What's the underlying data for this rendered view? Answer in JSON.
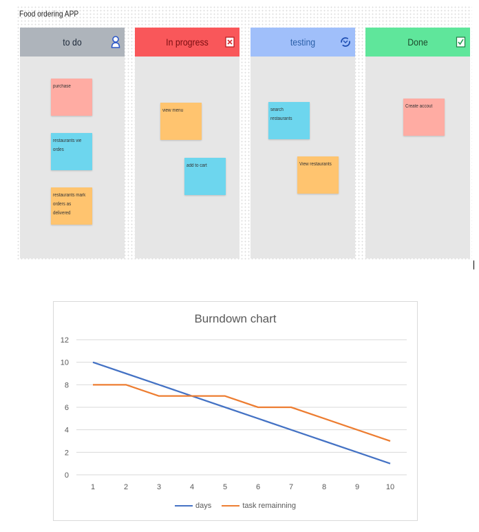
{
  "board": {
    "title": "Food ordering APP",
    "columns": [
      {
        "label": "to do",
        "header_color": "#aeb4bb",
        "text_color": "#1e2a3a",
        "icon": "person-icon",
        "notes": [
          {
            "text": "purchase",
            "color": "pink"
          },
          {
            "text": "restaurants vie ordes",
            "color": "blue"
          },
          {
            "text": "restaurants mark orders as delivered",
            "color": "orange"
          }
        ]
      },
      {
        "label": "In progress",
        "header_color": "#f9575a",
        "text_color": "#7a0d10",
        "icon": "close-box-icon",
        "notes": [
          {
            "text": "view menu",
            "color": "orange"
          },
          {
            "text": "add to cart",
            "color": "blue"
          }
        ]
      },
      {
        "label": "testing",
        "header_color": "#a0bffa",
        "text_color": "#2a5fa8",
        "icon": "sync-icon",
        "notes": [
          {
            "text": "search restaurants",
            "color": "blue"
          },
          {
            "text": "View restaurants",
            "color": "orange"
          }
        ]
      },
      {
        "label": "Done",
        "header_color": "#5fe69b",
        "text_color": "#1d4a2c",
        "icon": "check-box-icon",
        "notes": [
          {
            "text": "Create accout",
            "color": "pink"
          }
        ]
      }
    ]
  },
  "chart_data": {
    "type": "line",
    "title": "Burndown chart",
    "x": [
      1,
      2,
      3,
      4,
      5,
      6,
      7,
      8,
      9,
      10
    ],
    "series": [
      {
        "name": "days",
        "color": "#4472c4",
        "values": [
          10,
          9,
          8,
          7,
          6,
          5,
          4,
          3,
          2,
          1
        ]
      },
      {
        "name": "task remainning",
        "color": "#ed7d31",
        "values": [
          8,
          8,
          7,
          7,
          7,
          6,
          6,
          5,
          4,
          3
        ]
      }
    ],
    "ylim": [
      0,
      12
    ],
    "yticks": [
      0,
      2,
      4,
      6,
      8,
      10,
      12
    ],
    "grid": true,
    "legend": "bottom"
  }
}
